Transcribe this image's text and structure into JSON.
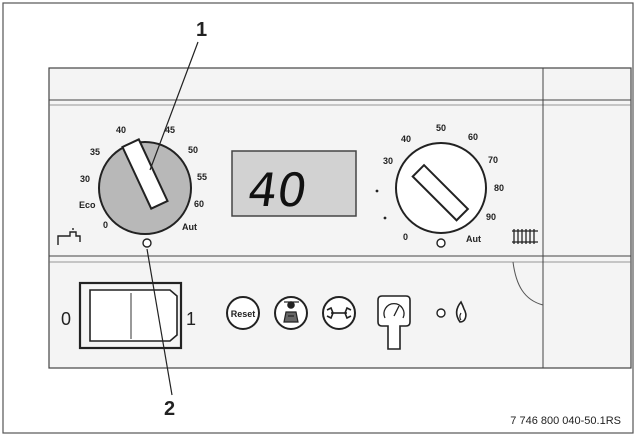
{
  "callouts": {
    "one": "1",
    "two": "2"
  },
  "dhw_knob": {
    "scale": [
      "40",
      "45",
      "50",
      "55",
      "60",
      "Aut",
      "0",
      "Eco",
      "30",
      "35"
    ],
    "tap_icon": "tap-icon"
  },
  "display": {
    "value": "40"
  },
  "ch_knob": {
    "scale": [
      "40",
      "50",
      "60",
      "70",
      "80",
      "90",
      "Aut",
      "0",
      "30"
    ],
    "radiator_icon": "radiator-icon"
  },
  "main_switch": {
    "off_label": "0",
    "on_label": "1"
  },
  "buttons": {
    "reset_label": "Reset",
    "chimney_sweep_icon": "chimney-sweep-icon",
    "service_icon": "service-wrench-icon",
    "pressure_gauge_icon": "pressure-gauge-icon",
    "flame_icon": "flame-icon"
  },
  "document_number": "7 746 800 040-50.1RS"
}
